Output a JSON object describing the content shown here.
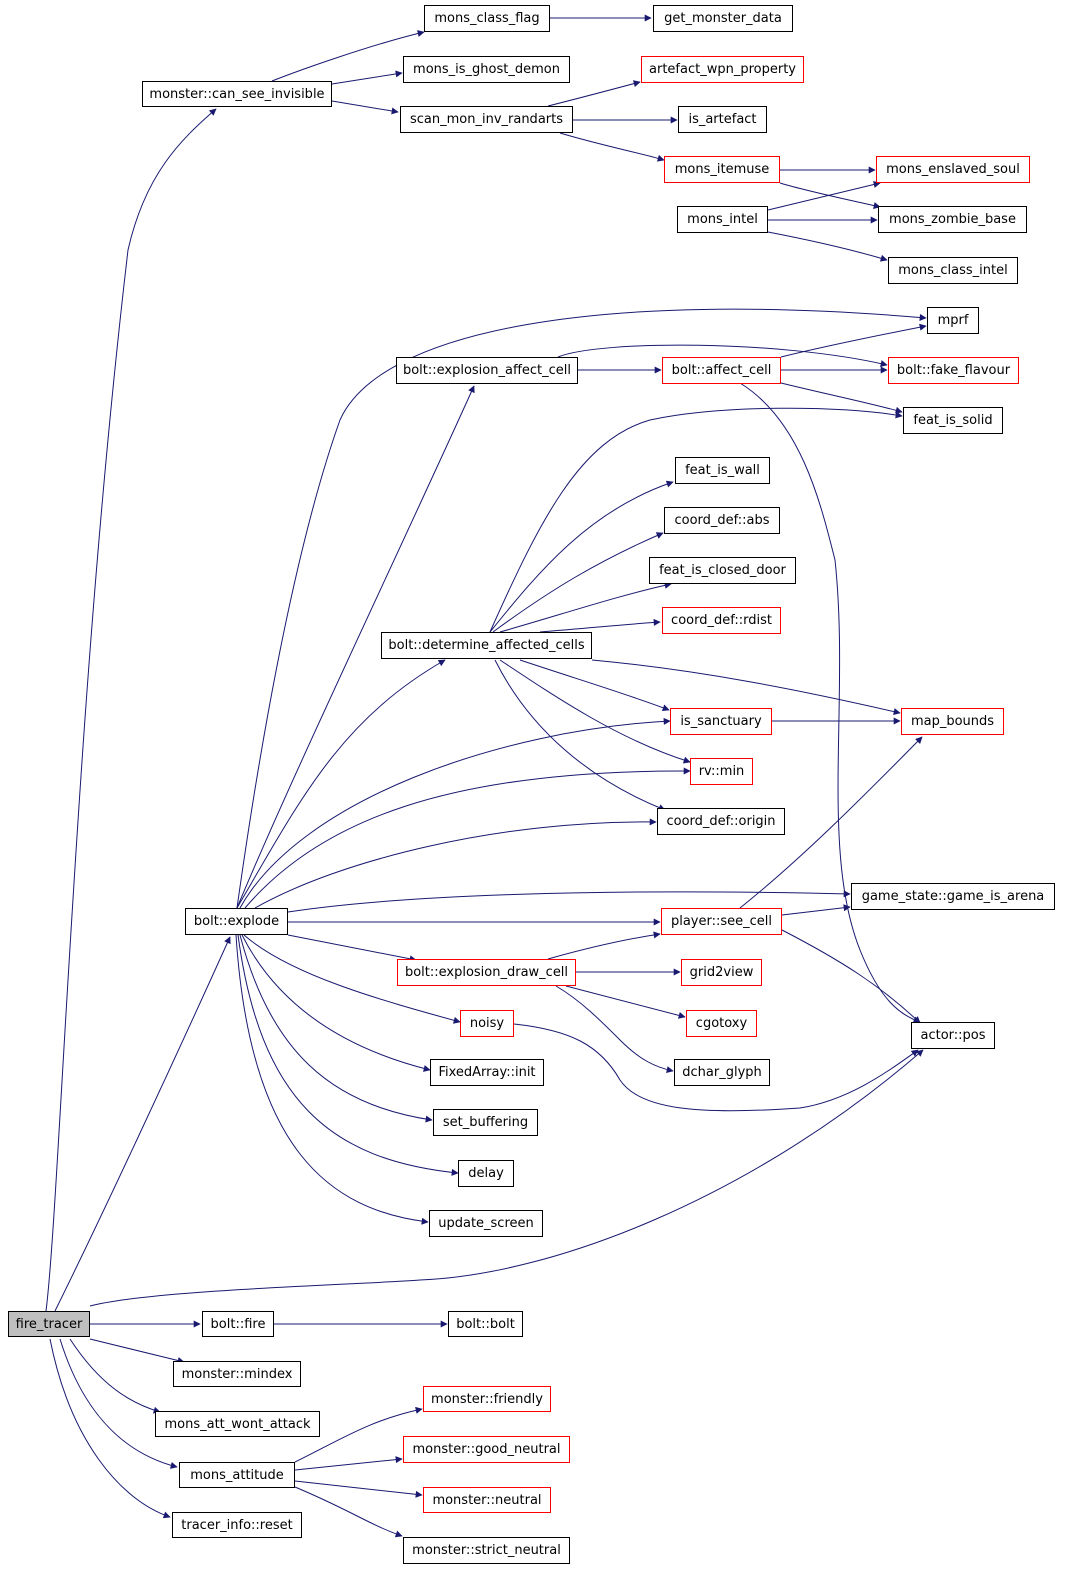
{
  "colors": {
    "edge": "#191970",
    "node_border": "#000000",
    "node_border_highlight": "#ff0000",
    "root_fill": "#bfbfbf",
    "background": "#ffffff"
  },
  "nodes": {
    "fire_tracer": "fire_tracer",
    "monster_can_see_invisible": "monster::can_see_invisible",
    "mons_class_flag": "mons_class_flag",
    "get_monster_data": "get_monster_data",
    "mons_is_ghost_demon": "mons_is_ghost_demon",
    "artefact_wpn_property": "artefact_wpn_property",
    "scan_mon_inv_randarts": "scan_mon_inv_randarts",
    "is_artefact": "is_artefact",
    "mons_itemuse": "mons_itemuse",
    "mons_enslaved_soul": "mons_enslaved_soul",
    "mons_intel": "mons_intel",
    "mons_zombie_base": "mons_zombie_base",
    "mons_class_intel": "mons_class_intel",
    "mprf": "mprf",
    "bolt_explosion_affect_cell": "bolt::explosion_affect_cell",
    "bolt_affect_cell": "bolt::affect_cell",
    "bolt_fake_flavour": "bolt::fake_flavour",
    "feat_is_solid": "feat_is_solid",
    "feat_is_wall": "feat_is_wall",
    "coord_def_abs": "coord_def::abs",
    "feat_is_closed_door": "feat_is_closed_door",
    "coord_def_rdist": "coord_def::rdist",
    "bolt_determine_affected_cells": "bolt::determine_affected_cells",
    "is_sanctuary": "is_sanctuary",
    "map_bounds": "map_bounds",
    "rv_min": "rv::min",
    "coord_def_origin": "coord_def::origin",
    "game_state_game_is_arena": "game_state::game_is_arena",
    "bolt_explode": "bolt::explode",
    "player_see_cell": "player::see_cell",
    "bolt_explosion_draw_cell": "bolt::explosion_draw_cell",
    "grid2view": "grid2view",
    "cgotoxy": "cgotoxy",
    "noisy": "noisy",
    "actor_pos": "actor::pos",
    "dchar_glyph": "dchar_glyph",
    "fixedarray_init": "FixedArray::init",
    "set_buffering": "set_buffering",
    "delay": "delay",
    "update_screen": "update_screen",
    "bolt_fire": "bolt::fire",
    "bolt_bolt": "bolt::bolt",
    "monster_mindex": "monster::mindex",
    "mons_att_wont_attack": "mons_att_wont_attack",
    "monster_friendly": "monster::friendly",
    "monster_good_neutral": "monster::good_neutral",
    "mons_attitude": "mons_attitude",
    "monster_neutral": "monster::neutral",
    "tracer_info_reset": "tracer_info::reset",
    "monster_strict_neutral": "monster::strict_neutral"
  }
}
